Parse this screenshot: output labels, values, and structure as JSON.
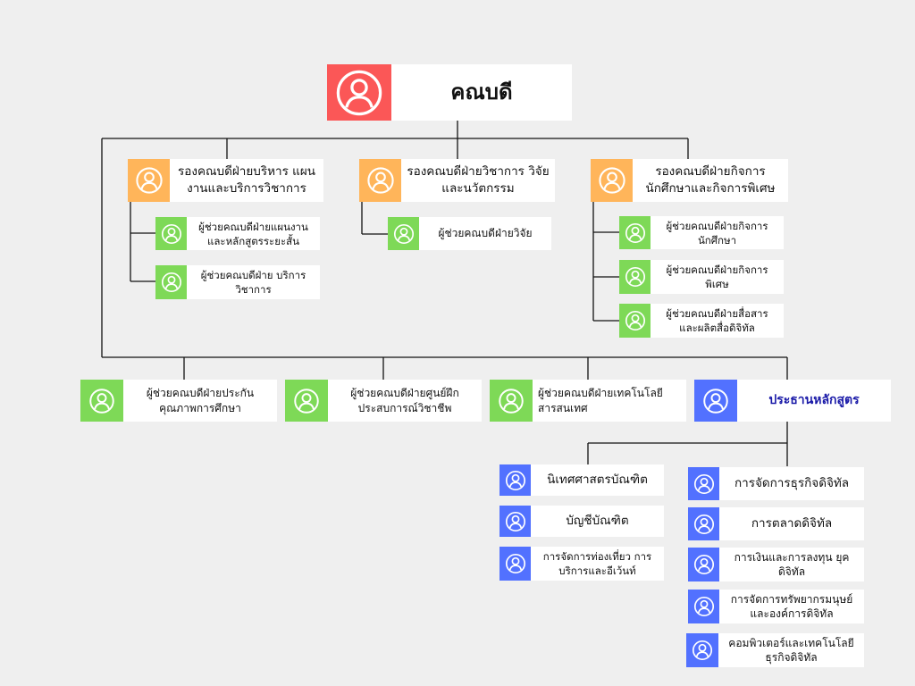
{
  "colors": {
    "dean": "#fb5757",
    "vice_dean": "#ffb55a",
    "assistant": "#7ed957",
    "program": "#5271ff",
    "chair_text": "#1a1aa8",
    "line": "#111111"
  },
  "icon": "user-icon",
  "dean": {
    "label": "คณบดี"
  },
  "vice_deans": [
    {
      "label": "รองคณบดีฝ่ายบริหาร แผนงานและบริการวิชาการ"
    },
    {
      "label": "รองคณบดีฝ่ายวิชาการ วิจัย และนวัตกรรม"
    },
    {
      "label": "รองคณบดีฝ่ายกิจการ นักศึกษาและกิจการพิเศษ"
    }
  ],
  "assistants_admin": [
    {
      "label": "ผู้ช่วยคณบดีฝ่ายแผนงาน และหลักสูตรระยะสั้น"
    },
    {
      "label": "ผู้ช่วยคณบดีฝ่าย บริการวิชาการ"
    }
  ],
  "assistants_academic": [
    {
      "label": "ผู้ช่วยคณบดีฝ่ายวิจัย"
    }
  ],
  "assistants_student": [
    {
      "label": "ผู้ช่วยคณบดีฝ่ายกิจการ นักศึกษา"
    },
    {
      "label": "ผู้ช่วยคณบดีฝ่ายกิจการ พิเศษ"
    },
    {
      "label": "ผู้ช่วยคณบดีฝ่ายสื่อสาร และผลิตสื่อดิจิทัล"
    }
  ],
  "bottom_row": [
    {
      "label": "ผู้ช่วยคณบดีฝ่ายประกัน คุณภาพการศึกษา"
    },
    {
      "label": "ผู้ช่วยคณบดีฝ่ายศูนย์ฝึก ประสบการณ์วิชาชีพ"
    },
    {
      "label": "ผู้ช่วยคณบดีฝ่ายเทคโนโลยี สารสนเทศ"
    },
    {
      "label": "ประธานหลักสูตร"
    }
  ],
  "programs_left": [
    {
      "label": "นิเทศศาสตรบัณฑิต"
    },
    {
      "label": "บัญชีบัณฑิต"
    },
    {
      "label": "การจัดการท่องเที่ยว การ บริการและอีเว้นท์"
    }
  ],
  "programs_right": [
    {
      "label": "การจัดการธุรกิจดิจิทัล"
    },
    {
      "label": "การตลาดดิจิทัล"
    },
    {
      "label": "การเงินและการลงทุน ยุคดิจิทัล"
    },
    {
      "label": "การจัดการทรัพยากรมนุษย์ และองค์การดิจิทัล"
    },
    {
      "label": "คอมพิวเตอร์และเทคโนโลยี ธุรกิจดิจิทัล"
    }
  ]
}
